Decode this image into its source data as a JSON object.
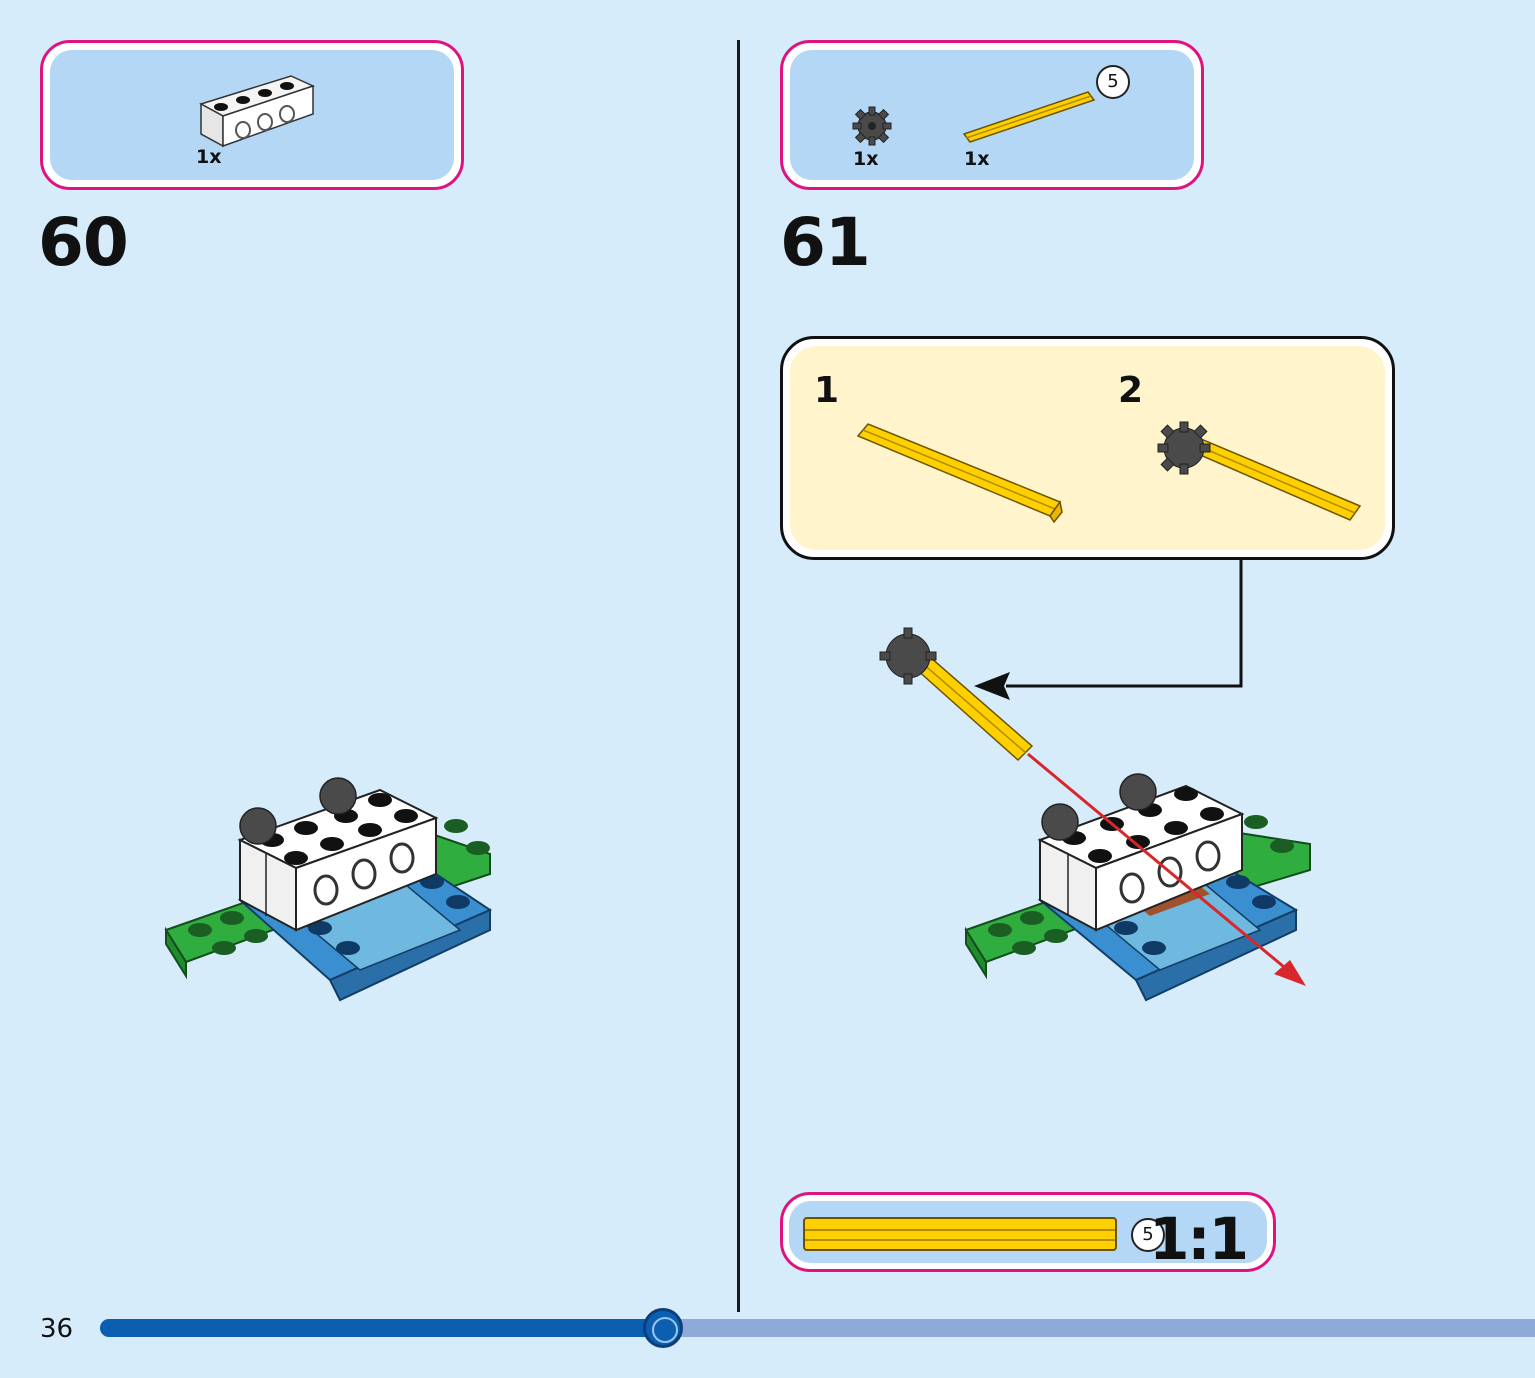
{
  "page_number": "36",
  "progress": {
    "fraction": 0.392
  },
  "step_60": {
    "number": "60",
    "parts": [
      {
        "name": "white-technic-brick-1x4",
        "qty": "1x"
      }
    ]
  },
  "step_61": {
    "number": "61",
    "parts": [
      {
        "name": "dark-gray-gear-8-tooth",
        "qty": "1x"
      },
      {
        "name": "yellow-axle",
        "qty": "1x",
        "length_badge": "5"
      }
    ],
    "substeps": [
      "1",
      "2"
    ]
  },
  "scale_reference": {
    "length_badge": "5",
    "ratio": "1:1"
  },
  "colors": {
    "background": "#d6ecfb",
    "parts_border": "#e0127f",
    "parts_fill": "#b3d7f5",
    "substep_fill": "#fff4cc",
    "progress_done": "#0b5fb0",
    "progress_todo": "#8fa9d9",
    "axle": "#ffd000",
    "gear": "#4a4a4a",
    "brick_white": "#ffffff",
    "plate_green": "#2fae3f",
    "plate_blue": "#3a8fd0",
    "motion_arrow": "#d9262c"
  }
}
